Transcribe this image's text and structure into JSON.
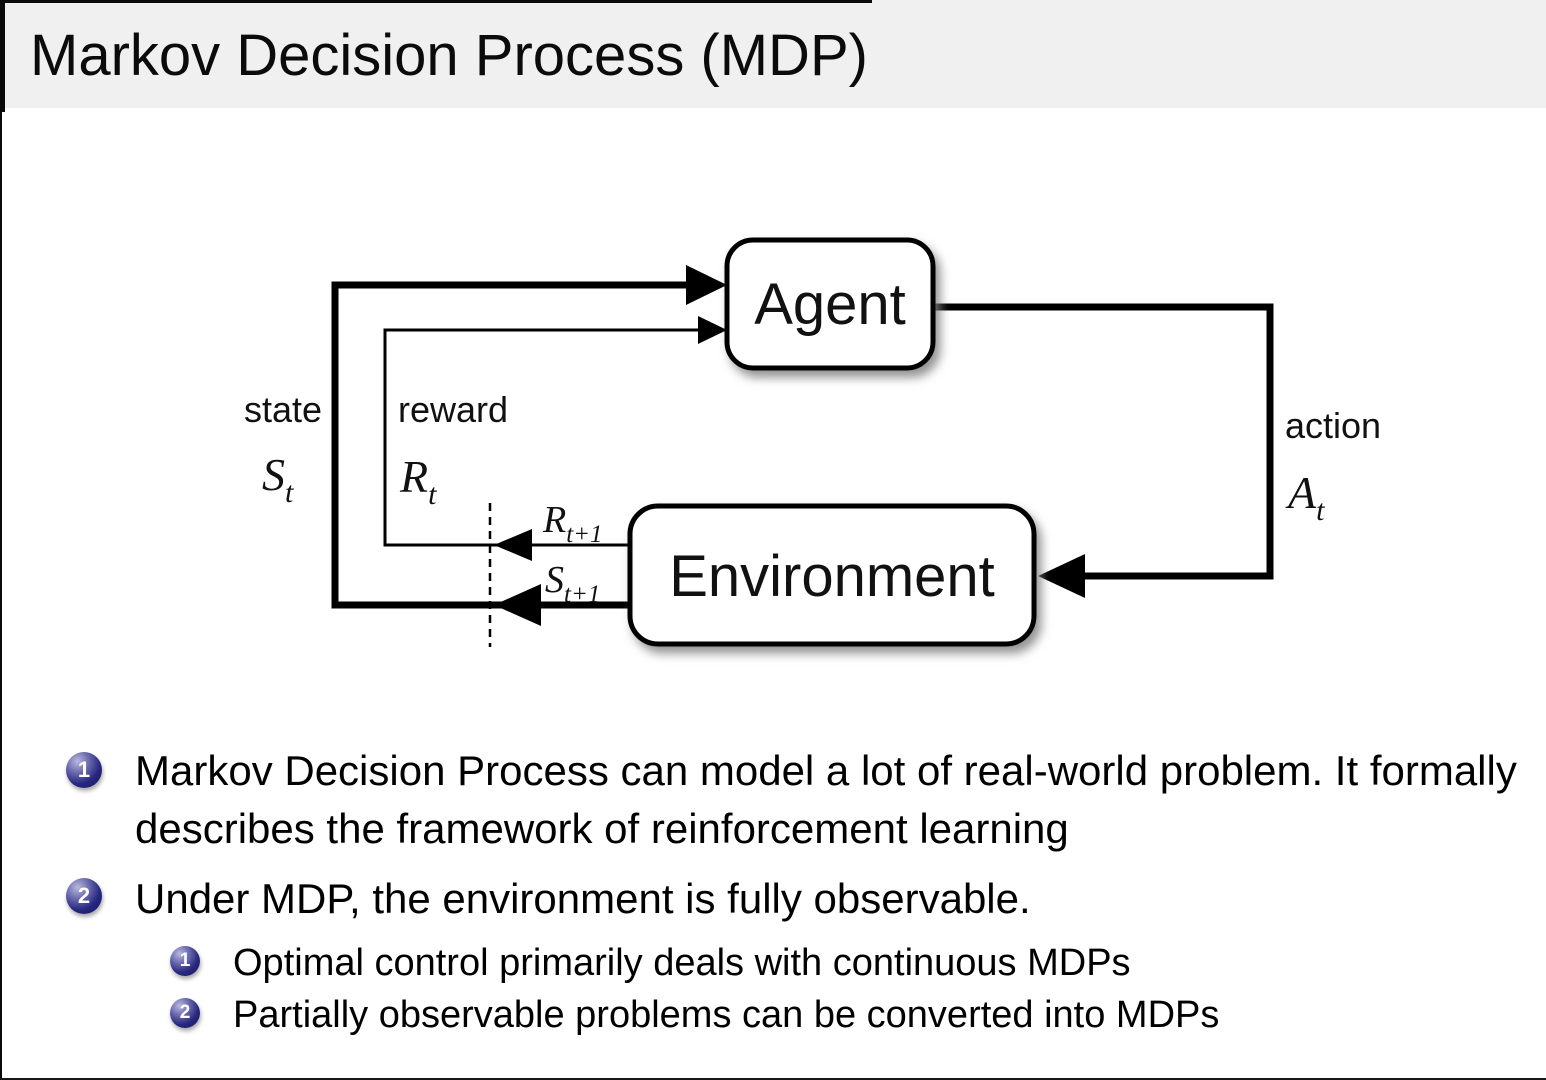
{
  "title": "Markov Decision Process (MDP)",
  "diagram": {
    "agent_label": "Agent",
    "environment_label": "Environment",
    "state_label": "state",
    "state_symbol": {
      "base": "S",
      "sub": "t"
    },
    "reward_label": "reward",
    "reward_symbol": {
      "base": "R",
      "sub": "t"
    },
    "action_label": "action",
    "action_symbol": {
      "base": "A",
      "sub": "t"
    },
    "next_reward_symbol": {
      "base": "R",
      "sub": "t+1"
    },
    "next_state_symbol": {
      "base": "S",
      "sub": "t+1"
    }
  },
  "bullets": {
    "items": [
      {
        "number": "1",
        "text": "Markov Decision Process can model a lot of real-world problem. It formally describes the framework of reinforcement learning"
      },
      {
        "number": "2",
        "text": "Under MDP, the environment is fully observable.",
        "children": [
          {
            "number": "1",
            "text": "Optimal control primarily deals with continuous MDPs"
          },
          {
            "number": "2",
            "text": "Partially observable problems can be converted into MDPs"
          }
        ]
      }
    ]
  },
  "colors": {
    "title_bar_bg": "#f0f0f0",
    "ball_navy": "#1b1b70",
    "ink": "#000000"
  }
}
